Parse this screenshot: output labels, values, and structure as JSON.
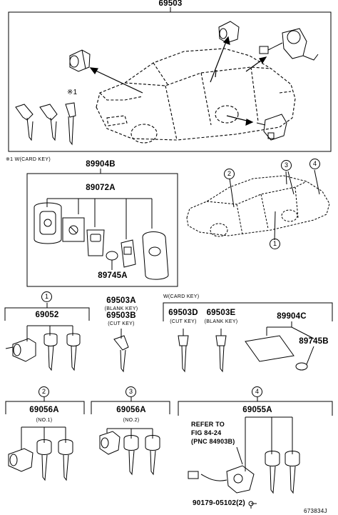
{
  "main_assembly": {
    "part_no": "69503",
    "note_mark": "※1"
  },
  "card_key_note": "※1 W(CARD KEY)",
  "card_key_group": {
    "part_no": "89904B",
    "sub_part_no": "89072A",
    "battery_part_no": "89745A"
  },
  "markers": {
    "c1": "1",
    "c2": "2",
    "c3": "3",
    "c4": "4"
  },
  "group1": {
    "part_no": "69052"
  },
  "blank_keys": {
    "part_no_a": "69503A",
    "note_a": "(BLANK KEY)",
    "part_no_b": "69503B",
    "note_b": "(CUT KEY)"
  },
  "wcard": {
    "heading": "W(CARD KEY)",
    "part_d": "69503D",
    "note_d": "(CUT KEY)",
    "part_e": "69503E",
    "note_e": "(BLANK KEY)",
    "part_c": "89904C",
    "battery_part_no": "89745B"
  },
  "group2": {
    "part_no": "69056A",
    "note": "(NO.1)"
  },
  "group3": {
    "part_no": "69056A",
    "note": "(NO.2)"
  },
  "group4": {
    "part_no": "69055A",
    "refer_line1": "REFER TO",
    "refer_line2": "FIG 84-24",
    "refer_line3": "(PNC 84903B)",
    "screw_part": "90179-05102(2)"
  },
  "figure_id": "673834J"
}
